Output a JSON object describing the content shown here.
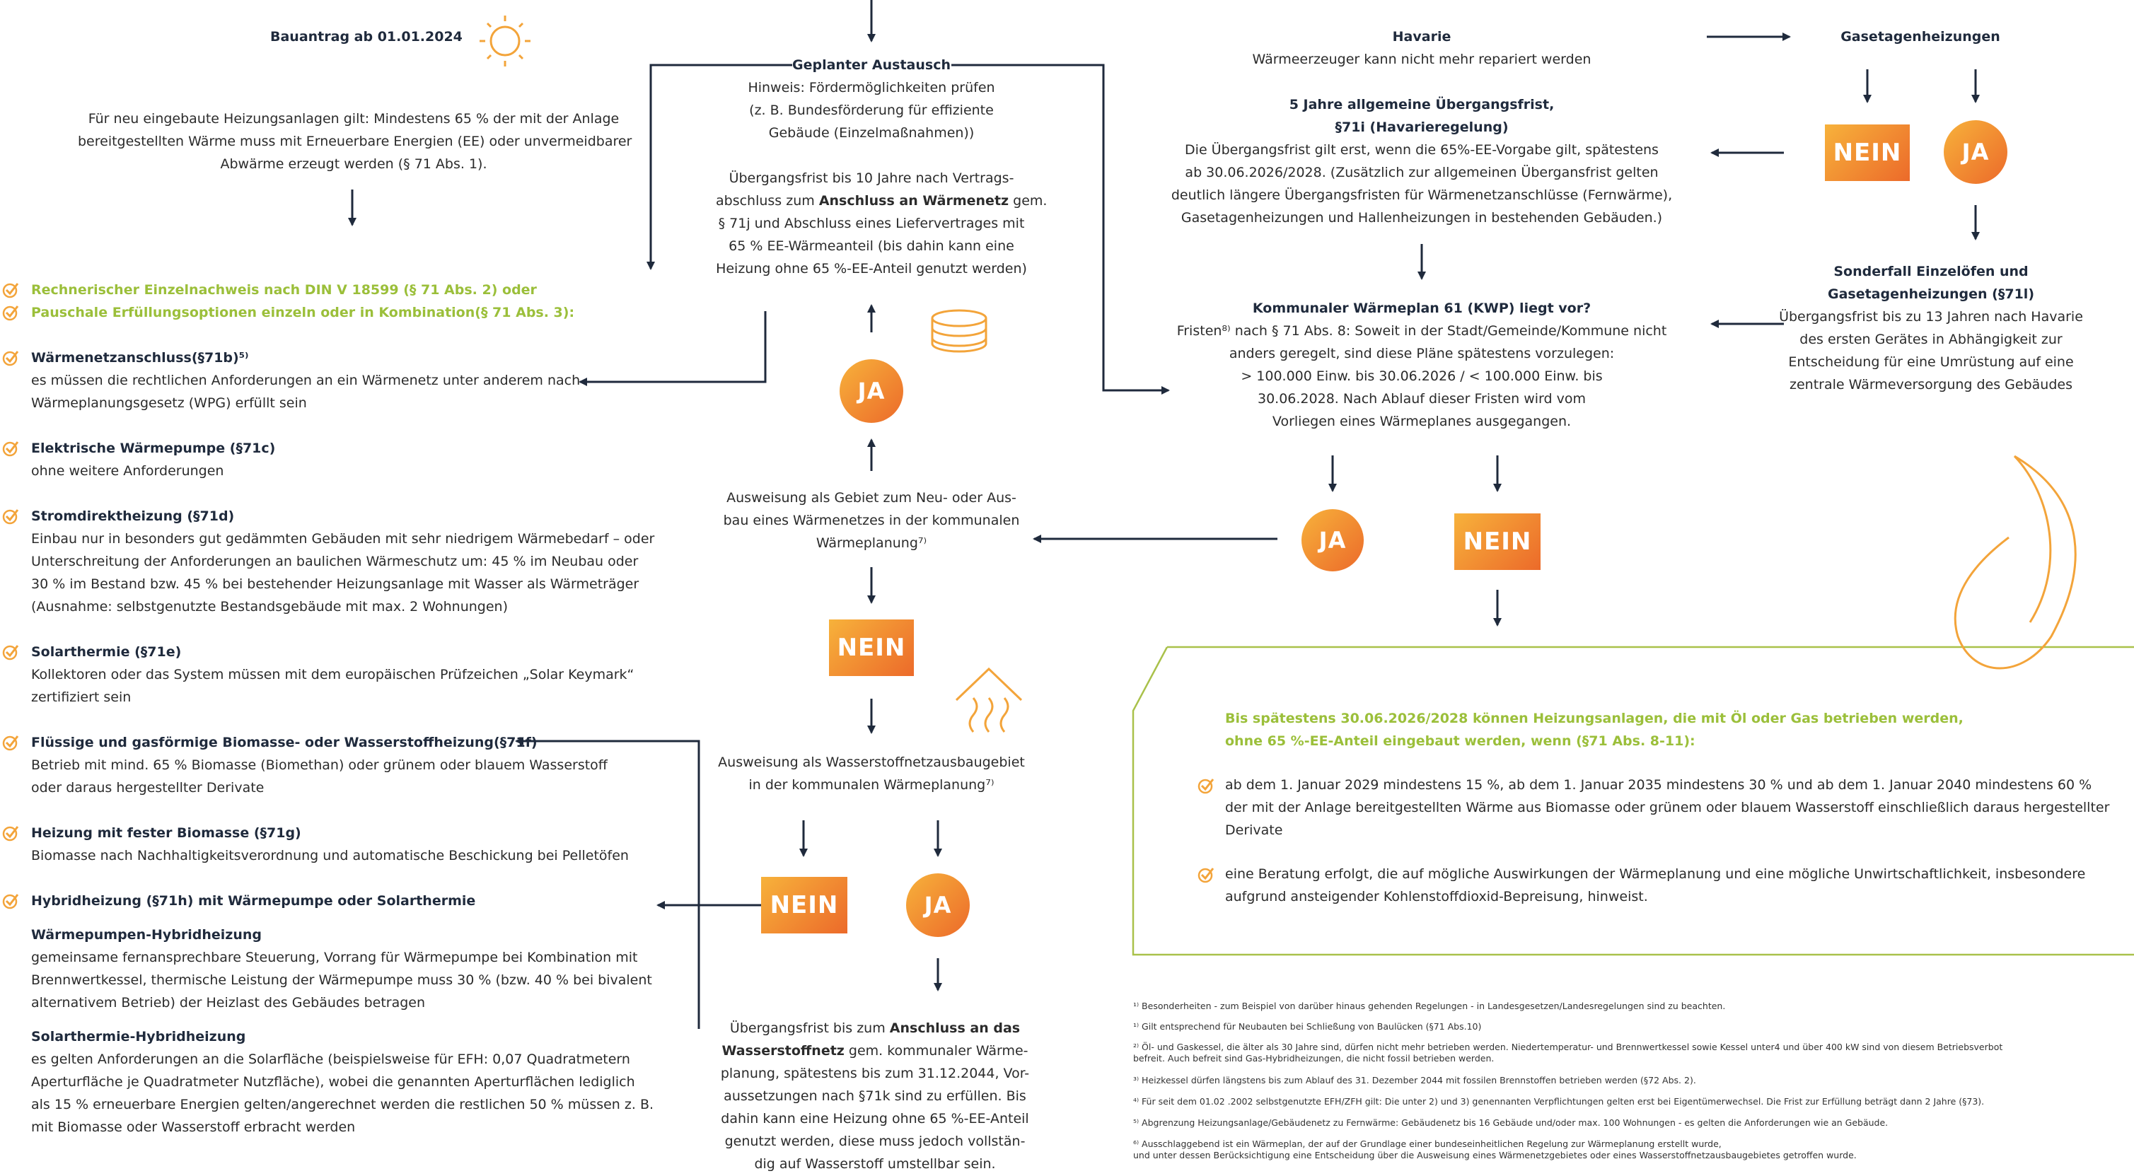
{
  "colors": {
    "navy": "#1f2a3c",
    "green": "#9bbf3a",
    "orange_start": "#f7b23b",
    "orange_end": "#ec6a2a",
    "olive_line": "#a9c14a"
  },
  "labels": {
    "ja": "JA",
    "nein": "NEIN"
  },
  "left": {
    "title": "Bauantrag ab 01.01.2024",
    "intro": [
      "Für neu eingebaute Heizungsanlagen gilt: Mindestens 65 % der mit der Anlage",
      "bereitgestellten Wärme muss mit Erneuerbare Energien (EE) oder unvermeidbarer",
      "Abwärme erzeugt werden (§ 71 Abs. 1)."
    ],
    "green_items": [
      "Rechnerischer Einzelnachweis nach DIN V 18599 (§ 71 Abs. 2) oder",
      "Pauschale Erfüllungsoptionen einzeln oder in Kombination(§ 71 Abs. 3):"
    ],
    "options": [
      {
        "title": "Wärmenetzanschluss(§71b)⁵⁾",
        "lines": [
          "es müssen die rechtlichen Anforderungen an ein Wärmenetz unter anderem nach",
          "Wärmeplanungsgesetz (WPG) erfüllt sein"
        ]
      },
      {
        "title": "Elektrische Wärmepumpe (§71c)",
        "lines": [
          "ohne weitere Anforderungen"
        ]
      },
      {
        "title": "Stromdirektheizung (§71d)",
        "lines": [
          "Einbau nur in besonders gut gedämmten Gebäuden mit sehr niedrigem Wärmebedarf – oder",
          "Unterschreitung der Anforderungen an baulichen Wärmeschutz um: 45 % im Neubau oder",
          "30 % im Bestand bzw. 45 % bei bestehender Heizungsanlage mit Wasser als Wärmeträger",
          "(Ausnahme: selbstgenutzte Bestandsgebäude mit max. 2 Wohnungen)"
        ]
      },
      {
        "title": "Solarthermie (§71e)",
        "lines": [
          "Kollektoren oder das System müssen mit dem europäischen Prüfzeichen „Solar Keymark“",
          "zertifiziert sein"
        ]
      },
      {
        "title": "Flüssige und gasförmige Biomasse- oder Wasserstoffheizung(§71f)",
        "lines": [
          "Betrieb mit mind. 65 % Biomasse (Biomethan) oder grünem oder blauem Wasserstoff",
          "oder daraus hergestellter Derivate"
        ]
      },
      {
        "title": "Heizung mit fester Biomasse (§71g)",
        "lines": [
          "Biomasse nach Nachhaltigkeitsverordnung und automatische Beschickung bei Pelletöfen"
        ]
      },
      {
        "title": "Hybridheizung (§71h) mit Wärmepumpe oder Solarthermie",
        "lines": []
      }
    ],
    "hybrid": [
      {
        "title": "Wärmepumpen-Hybridheizung",
        "lines": [
          "gemeinsame fernansprechbare Steuerung, Vorrang für Wärmepumpe bei Kombination mit",
          "Brennwertkessel, thermische Leistung der Wärmepumpe muss 30 % (bzw. 40 % bei bivalent",
          "alternativem Betrieb) der Heizlast des Gebäudes betragen"
        ]
      },
      {
        "title": "Solarthermie-Hybridheizung",
        "lines": [
          "es gelten Anforderungen an die Solarfläche (beispielsweise für EFH: 0,07 Quadratmetern",
          "Aperturfläche je Quadratmeter Nutzfläche), wobei die genannten Aperturflächen lediglich",
          "als 15 % erneuerbare Energien gelten/angerechnet werden die restlichen 50 % müssen z. B.",
          "mit Biomasse oder Wasserstoff erbracht werden"
        ]
      }
    ]
  },
  "middle": {
    "austausch_title": "Geplanter Austausch",
    "austausch_lines": [
      "Hinweis: Fördermöglichkeiten prüfen",
      "(z. B. Bundesförderung für effiziente",
      "Gebäude (Einzelmaßnahmen))"
    ],
    "waermenetz_pre": "Übergangsfrist bis 10 Jahre nach Vertrags-",
    "waermenetz_line2_a": "abschluss zum ",
    "waermenetz_line2_b": "Anschluss an Wärmenetz",
    "waermenetz_line2_c": " gem.",
    "waermenetz_lines": [
      "§ 71j und Abschluss eines Liefervertrages mit",
      "65 % EE-Wärmeanteil (bis dahin kann eine",
      "Heizung ohne 65 %-EE-Anteil genutzt werden)"
    ],
    "ausweisung_netz": [
      "Ausweisung als Gebiet zum Neu- oder Aus-",
      "bau eines Wärmenetzes in der kommunalen",
      "Wärmeplanung⁷⁾"
    ],
    "ausweisung_h2": [
      "Ausweisung als Wasserstoffnetzausbaugebiet",
      "in der kommunalen Wärmeplanung⁷⁾"
    ],
    "h2_line1_a": "Übergangsfrist bis zum ",
    "h2_line1_b": "Anschluss an das",
    "h2_line2_a": "Wasserstoffnetz",
    "h2_line2_b": " gem. kommunaler Wärme-",
    "h2_lines": [
      "planung, spätestens bis zum 31.12.2044, Vor-",
      "aussetzungen nach §71k sind zu erfüllen. Bis",
      "dahin kann eine Heizung ohne 65 %-EE-Anteil",
      "genutzt werden, diese muss jedoch vollstän-",
      "dig auf Wasserstoff umstellbar sein."
    ]
  },
  "right": {
    "havarie_title": "Havarie",
    "havarie_text": "Wärmeerzeuger kann nicht mehr repariert werden",
    "gasetagen": "Gasetagenheizungen",
    "uebergang_title": [
      "5 Jahre allgemeine Übergangsfrist,",
      "§71i (Havarieregelung)"
    ],
    "uebergang_lines": [
      "Die Übergangsfrist gilt erst, wenn die 65%-EE-Vorgabe gilt, spätestens",
      "ab 30.06.2026/2028. (Zusätzlich zur allgemeinen Übergansfrist gelten",
      "deutlich längere Übergangsfristen für Wärmenetzanschlüsse (Fernwärme),",
      "Gasetagenheizungen und Hallenheizungen in bestehenden Gebäuden.)"
    ],
    "sonderfall_title": [
      "Sonderfall Einzelöfen und",
      "Gasetagenheizungen (§71l)"
    ],
    "sonderfall_lines": [
      "Übergangsfrist bis zu 13 Jahren nach Havarie",
      "des ersten Gerätes in Abhängigkeit zur",
      "Entscheidung für eine Umrüstung auf eine",
      "zentrale Wärmeversorgung des Gebäudes"
    ],
    "kwp_title": "Kommunaler Wärmeplan 61 (KWP) liegt vor?",
    "kwp_lines": [
      "Fristen⁸⁾ nach § 71 Abs. 8: Soweit in der Stadt/Gemeinde/Kommune nicht",
      "anders geregelt, sind diese Pläne spätestens vorzulegen:",
      "> 100.000 Einw. bis 30.06.2026 / < 100.000 Einw. bis",
      "30.06.2028. Nach Ablauf dieser Fristen wird vom",
      "Vorliegen eines Wärmeplanes ausgegangen."
    ],
    "box_title": [
      "Bis spätestens 30.06.2026/2028 können Heizungsanlagen, die mit Öl oder Gas betrieben werden,",
      "ohne 65 %-EE-Anteil eingebaut werden, wenn (§71 Abs. 8-11):"
    ],
    "box_item1": [
      "ab dem 1. Januar 2029 mindestens 15 %, ab dem 1. Januar 2035 mindestens 30 % und ab dem 1. Januar 2040 mindestens 60 %",
      "der mit der Anlage bereitgestellten Wärme aus Biomasse oder grünem oder blauem Wasserstoff einschließlich daraus hergestellter",
      "Derivate"
    ],
    "box_item2": [
      "eine Beratung erfolgt, die auf mögliche Auswirkungen der Wärmeplanung und eine mögliche Unwirtschaftlichkeit, insbesondere",
      "aufgrund ansteigender Kohlenstoffdioxid-Bepreisung, hinweist."
    ]
  },
  "footnotes": [
    "¹⁾ Besonderheiten - zum Beispiel von darüber hinaus gehenden Regelungen - in Landesgesetzen/Landesregelungen sind zu beachten.",
    "¹⁾ Gilt entsprechend für Neubauten bei Schließung von Baulücken (§71 Abs.10)",
    "²⁾ Öl- und Gaskessel, die älter als 30 Jahre sind, dürfen nicht mehr betrieben werden. Niedertemperatur- und Brennwertkessel sowie Kessel unter4 und über 400 kW sind von diesem Betriebsverbot",
    "befreit. Auch befreit sind Gas-Hybridheizungen, die nicht fossil betrieben werden.",
    "³⁾ Heizkessel dürfen längstens bis zum Ablauf des 31. Dezember 2044 mit fossilen Brennstoffen betrieben werden (§72 Abs. 2).",
    "⁴⁾ Für seit dem 01.02 .2002 selbstgenutzte EFH/ZFH gilt: Die unter 2) und 3) genennanten Verpflichtungen gelten erst bei Eigentümerwechsel. Die Frist zur Erfüllung beträgt dann 2 Jahre (§73).",
    "⁵⁾ Abgrenzung Heizungsanlage/Gebäudenetz zu Fernwärme: Gebäudenetz bis 16 Gebäude und/oder max. 100 Wohnungen - es gelten die Anforderungen wie an Gebäude.",
    "⁶⁾ Ausschlaggebend ist ein Wärmeplan, der auf der Grundlage einer bundeseinheitlichen Regelung zur Wärmeplanung erstellt wurde,",
    "und unter dessen Berücksichtigung eine Entscheidung über die Ausweisung eines Wärmenetzgebietes oder eines Wasserstoffnetzausbaugebietes getroffen wurde."
  ]
}
